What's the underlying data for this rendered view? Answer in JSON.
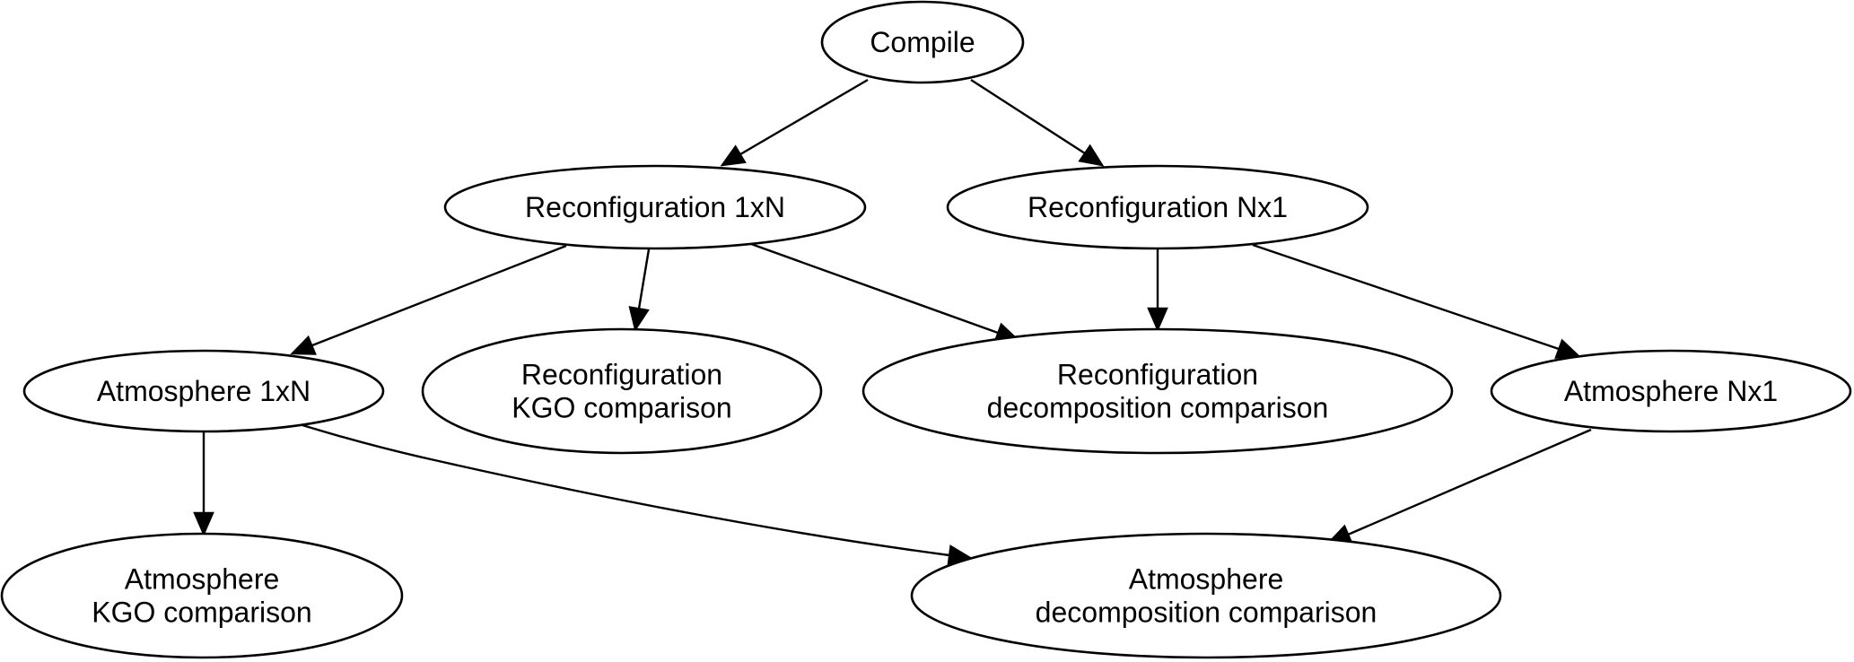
{
  "nodes": {
    "compile": [
      "Compile"
    ],
    "reconf_1xn": [
      "Reconfiguration 1xN"
    ],
    "reconf_nx1": [
      "Reconfiguration Nx1"
    ],
    "atmos_1xn": [
      "Atmosphere 1xN"
    ],
    "reconf_kgo": [
      "Reconfiguration",
      "KGO comparison"
    ],
    "reconf_decomp": [
      "Reconfiguration",
      "decomposition comparison"
    ],
    "atmos_nx1": [
      "Atmosphere Nx1"
    ],
    "atmos_kgo": [
      "Atmosphere",
      "KGO comparison"
    ],
    "atmos_decomp": [
      "Atmosphere",
      "decomposition comparison"
    ]
  },
  "edges": [
    {
      "from": "compile",
      "to": "reconf_1xn"
    },
    {
      "from": "compile",
      "to": "reconf_nx1"
    },
    {
      "from": "reconf_1xn",
      "to": "atmos_1xn"
    },
    {
      "from": "reconf_1xn",
      "to": "reconf_kgo"
    },
    {
      "from": "reconf_1xn",
      "to": "reconf_decomp"
    },
    {
      "from": "reconf_nx1",
      "to": "reconf_decomp"
    },
    {
      "from": "reconf_nx1",
      "to": "atmos_nx1"
    },
    {
      "from": "atmos_1xn",
      "to": "atmos_kgo"
    },
    {
      "from": "atmos_1xn",
      "to": "atmos_decomp"
    },
    {
      "from": "atmos_nx1",
      "to": "atmos_decomp"
    }
  ]
}
